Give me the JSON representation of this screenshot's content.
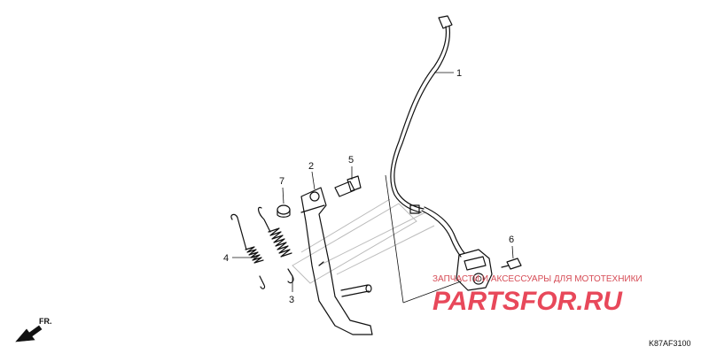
{
  "callouts": [
    {
      "label": "1"
    },
    {
      "label": "2"
    },
    {
      "label": "3"
    },
    {
      "label": "4"
    },
    {
      "label": "5"
    },
    {
      "label": "6"
    },
    {
      "label": "7"
    }
  ],
  "direction": {
    "label": "FR."
  },
  "diagram_code": "K87AF3100",
  "watermark": {
    "tagline": "ЗАПЧАСТИ И АКСЕССУАРЫ ДЛЯ МОТОТЕХНИКИ",
    "brand": "PARTSFOR.RU"
  },
  "colors": {
    "ink": "#111111",
    "watermark": "#e8485a"
  },
  "icons": [
    "arrow-fr-icon"
  ]
}
